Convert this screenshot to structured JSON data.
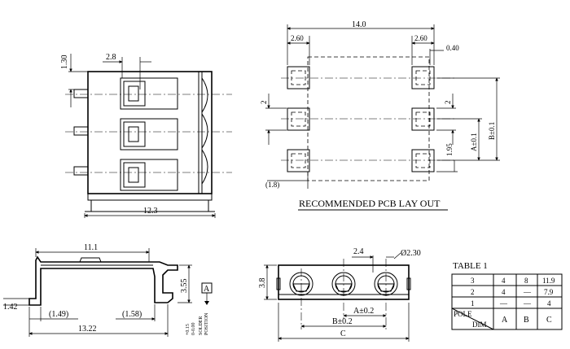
{
  "drawing": {
    "pcb_caption": "RECOMMENDED PCB LAY OUT",
    "top_view_dims": {
      "height": "1.30",
      "pitch": "2.8",
      "width": "12.3"
    },
    "pcb_dims": {
      "total_width": "14.0",
      "pad_left": "2.60",
      "pad_right": "2.60",
      "pad_gap": "0.40",
      "pad_height_left": "2",
      "pad_height_right": "2",
      "margin": "(1.8)",
      "b_dim": "B±0.1",
      "a_dim": "A±0.1",
      "offset": "1.95"
    },
    "side_view_dims": {
      "length": "11.1",
      "height": "3.55",
      "lead": "1.42",
      "ref1": "(1.49)",
      "ref2": "(1.58)",
      "total": "13.22",
      "datum": "A",
      "tolerance_upper": "+0.15",
      "tolerance_lower": "0-0.00",
      "solder_label_1": "SOLDER",
      "solder_label_2": "POSITION"
    },
    "front_view_dims": {
      "height": "3.8",
      "pitch": "2.4",
      "hole": "Ø2.30",
      "a_dim": "A±0.2",
      "b_dim": "B±0.2",
      "c_dim": "C"
    }
  },
  "table": {
    "title": "TABLE 1",
    "header_cols": [
      "POLE",
      "DIM",
      "A",
      "B",
      "C"
    ],
    "rows": [
      {
        "pole": "3",
        "a": "4",
        "b": "8",
        "c": "11.9"
      },
      {
        "pole": "2",
        "a": "4",
        "b": "—",
        "c": "7.9"
      },
      {
        "pole": "1",
        "a": "—",
        "b": "—",
        "c": "4"
      }
    ]
  }
}
